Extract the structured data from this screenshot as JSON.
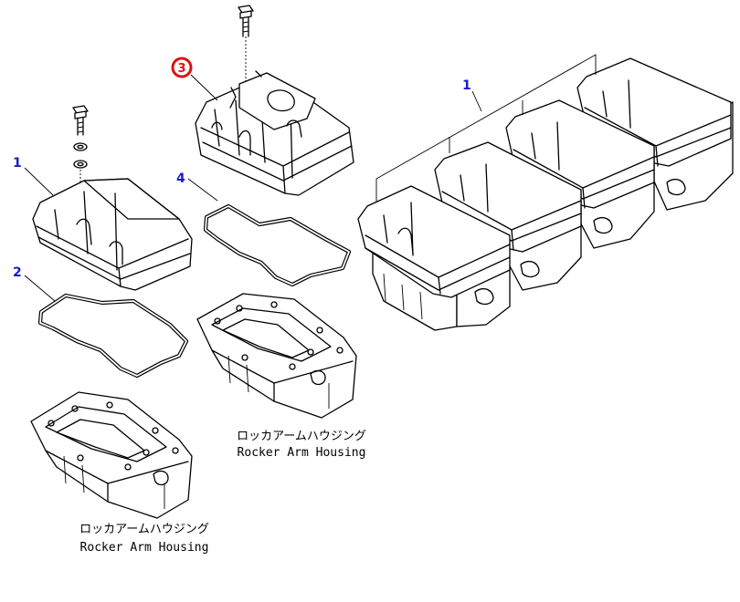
{
  "callouts": {
    "cover_single": "1",
    "cover_assembly": "1",
    "gasket_small": "2",
    "gasket_large": "4",
    "cover_highlighted": "3"
  },
  "captions": {
    "housing_rear": {
      "jp": "ロッカアームハウジング",
      "en": "Rocker Arm Housing"
    },
    "housing_front": {
      "jp": "ロッカアームハウジング",
      "en": "Rocker Arm Housing"
    }
  },
  "colors": {
    "callout": "#1a1acc",
    "highlight": "#dd1111",
    "line": "#000000"
  }
}
